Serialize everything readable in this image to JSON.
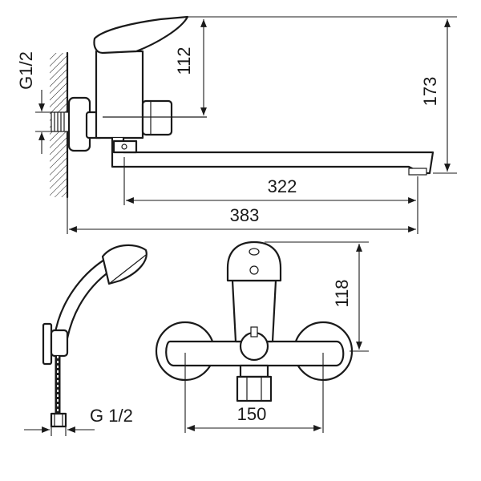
{
  "dimensions": {
    "height_handle": "112",
    "height_total": "173",
    "spout_reach": "322",
    "overall_length": "383",
    "thread_top": "G1/2",
    "body_height": "118",
    "centers": "150",
    "hose_thread": "G 1/2"
  }
}
